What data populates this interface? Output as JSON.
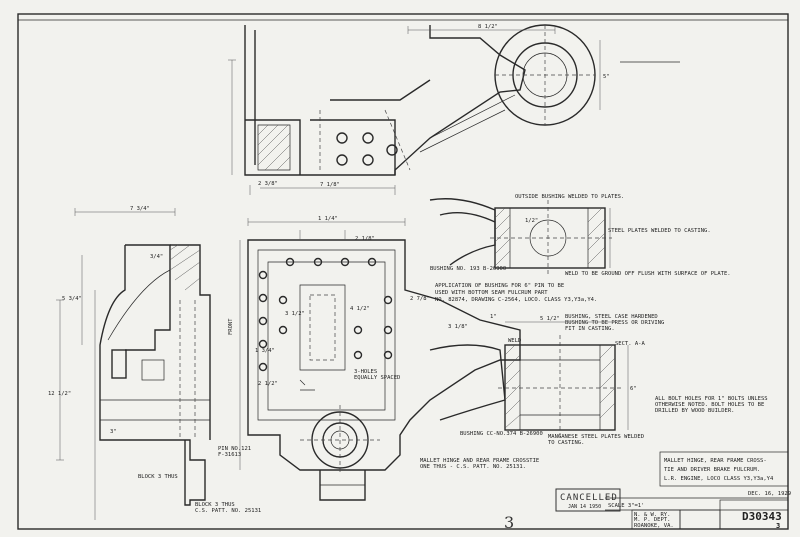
{
  "title_block": {
    "title_lines": [
      "MALLET HINGE, REAR FRAME CROSS-",
      "TIE AND DRIVER BRAKE FULCRUM.",
      "L.R. ENGINE, LOCO CLASS Y3,Y3a,Y4"
    ],
    "scale": "SCALE 3\"=1'",
    "company": [
      "N. & W. RY.",
      "M. P. DEPT.",
      "ROANOKE, VA."
    ],
    "date": "DEC. 16, 1929",
    "drawing_number": "D30343",
    "sheet": "3"
  },
  "stamp": {
    "label": "CANCELLED",
    "date": "JAN 14 1950"
  },
  "handwritten": "3",
  "notes": {
    "bushing_welded": "OUTSIDE BUSHING WELDED TO PLATES.",
    "steel_plates": "STEEL PLATES WELDED TO CASTING.",
    "weld_ground": "WELD TO BE GROUND OFF FLUSH WITH SURFACE OF PLATE.",
    "bushing_no_a": "BUSHING NO. 193 B-26900",
    "application": [
      "APPLICATION OF BUSHING FOR 6\" PIN TO BE",
      "USED WITH BOTTOM SEAM FULCRUM PART",
      "NO. 82874, DRAWING C-2564, LOCO. CLASS Y3,Y3a,Y4."
    ],
    "hardened": [
      "BUSHING, STEEL CASE HARDENED",
      "BUSHING TO BE PRESS OR DRIVING",
      "FIT IN CASTING."
    ],
    "bolt_holes": [
      "ALL BOLT HOLES FOR 1\" BOLTS UNLESS",
      "OTHERWISE NOTED. BOLT HOLES TO BE",
      "DRILLED BY WOOD BUILDER."
    ],
    "bushing_no_b": "BUSHING CC-NO.374 B-26900",
    "manganese": [
      "MANGANESE STEEL PLATES WELDED",
      "TO CASTING."
    ],
    "holes_3": [
      "3-HOLES",
      "EQUALLY SPACED"
    ],
    "hinge_ref": [
      "MALLET HINGE AND REAR FRAME CROSSTIE",
      "ONE THUS - C.S. PATT. NO. 25131."
    ],
    "block": [
      "BLOCK 3 THUS",
      "C.S. PATT. NO. 25131"
    ],
    "pin": [
      "PIN NO.121",
      "F-31613"
    ],
    "front": "FRONT",
    "weld": "WELD",
    "section_aa": "SECT. A-A"
  },
  "dimensions": [
    "8 1/2\"",
    "7 1/8\"",
    "5\"",
    "2 1/8\"",
    "3 1/2\"",
    "4 1/2\"",
    "5 1/2\"",
    "7 3/4\"",
    "2 3/8\"",
    "1 3/4\"",
    "3\"",
    "2 1/2\"",
    "2 7/8\"",
    "3 1/8\"",
    "5 3/4\"",
    "1 1/4\"",
    "3/4\"",
    "1/2\"",
    "6\"",
    "12 1/2\"",
    "1\""
  ]
}
